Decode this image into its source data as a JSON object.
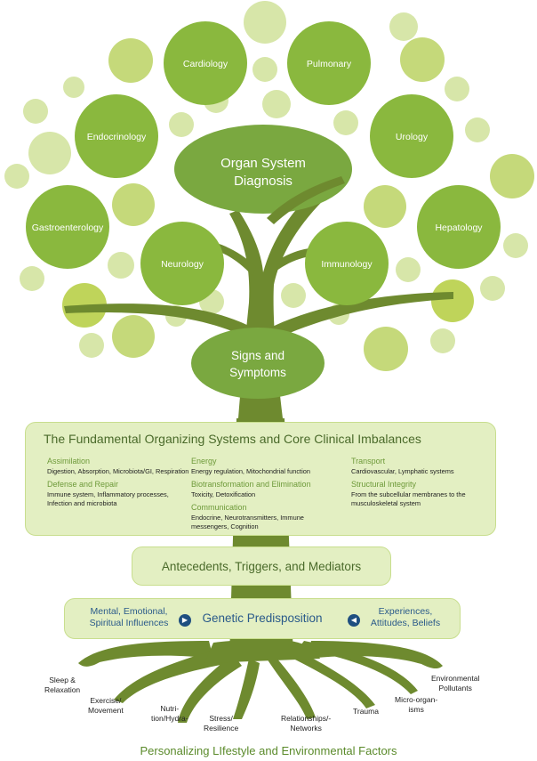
{
  "colors": {
    "dark_green": "#6e8a2f",
    "mid_green": "#8ab83e",
    "light_circle": "#d7e6a9",
    "yellow_circle": "#bfd45a",
    "panel_bg": "#e3efc2",
    "blue_text": "#2a5a8a"
  },
  "canopy": {
    "specialties": [
      {
        "label": "Cardiology"
      },
      {
        "label": "Pulmonary"
      },
      {
        "label": "Endocrinology"
      },
      {
        "label": "Urology"
      },
      {
        "label": "Gastroenterology"
      },
      {
        "label": "Hepatology"
      },
      {
        "label": "Neurology"
      },
      {
        "label": "Immunology"
      }
    ],
    "organ_system": {
      "line1": "Organ System",
      "line2": "Diagnosis"
    },
    "signs": {
      "line1": "Signs and",
      "line2": "Symptoms"
    }
  },
  "core": {
    "title": "The Fundamental Organizing Systems and Core Clinical Imbalances",
    "col1": [
      {
        "head": "Assimilation",
        "desc": "Digestion, Absorption, Microbiota/GI, Respiration"
      },
      {
        "head": "Defense and Repair",
        "desc": "Immune system, Inflammatory processes, Infection and microbiota"
      }
    ],
    "col2": [
      {
        "head": "Energy",
        "desc": "Energy regulation, Mitochondrial function"
      },
      {
        "head": "Biotransformation and Elimination",
        "desc": "Toxicity, Detoxification"
      },
      {
        "head": "Communication",
        "desc": "Endocrine, Neurotransmitters, Immune messengers, Cognition"
      }
    ],
    "col3": [
      {
        "head": "Transport",
        "desc": "Cardiovascular, Lymphatic systems"
      },
      {
        "head": "Structural Integrity",
        "desc": "From the subcellular membranes to the musculoskeletal system"
      }
    ]
  },
  "antecedents": "Antecedents, Triggers, and Mediators",
  "genetic": {
    "left_line1": "Mental, Emotional,",
    "left_line2": "Spiritual Influences",
    "center": "Genetic Predisposition",
    "right_line1": "Experiences,",
    "right_line2": "Attitudes, Beliefs"
  },
  "roots": [
    {
      "line1": "Sleep &",
      "line2": "Relaxation"
    },
    {
      "line1": "Exercise/",
      "line2": "Movement"
    },
    {
      "line1": "Nutri-",
      "line2": "tion/Hydra-"
    },
    {
      "line1": "Stress/",
      "line2": "Resilience"
    },
    {
      "line1": "Relationships/-",
      "line2": "Networks"
    },
    {
      "line1": "Trauma",
      "line2": ""
    },
    {
      "line1": "Micro-organ-",
      "line2": "isms"
    },
    {
      "line1": "Environmental",
      "line2": "Pollutants"
    }
  ],
  "footer": "Personalizing LIfestyle and Environmental Factors"
}
